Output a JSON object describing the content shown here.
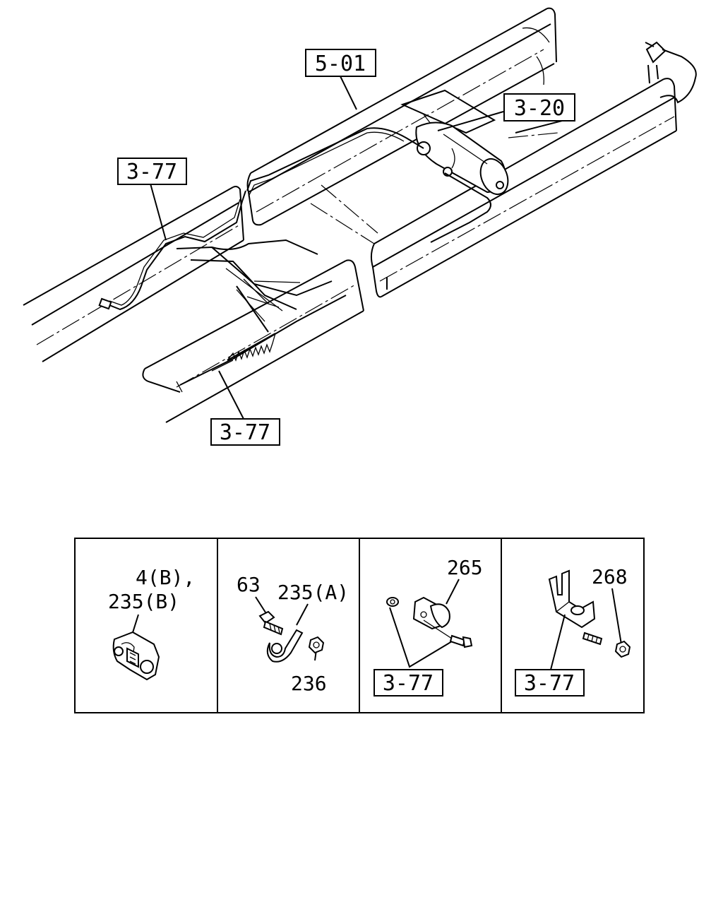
{
  "callouts": {
    "frame": "5-01",
    "tank": "3-20",
    "pipe_left": "3-77",
    "pipe_bottom": "3-77"
  },
  "detail_panels": [
    {
      "lines": [
        "4(B),",
        "235(B)"
      ]
    },
    {
      "part_a": "63",
      "part_b": "235(A)",
      "part_c": "236"
    },
    {
      "part_a": "265",
      "ref": "3-77"
    },
    {
      "part_a": "268",
      "ref": "3-77"
    }
  ]
}
